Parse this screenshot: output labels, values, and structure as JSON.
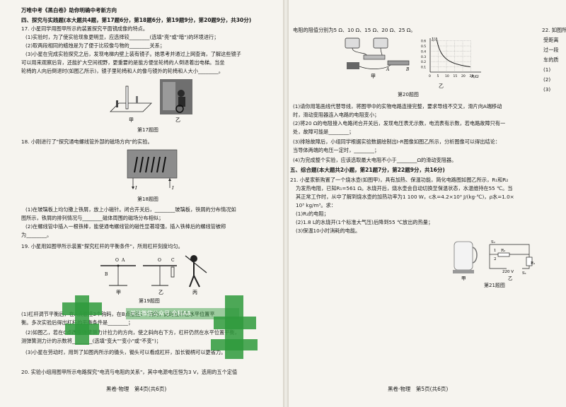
{
  "left_page": {
    "header": "万唯中考《黑白卷》助你明确中考新方向",
    "section4": "四、探究与实践题(本大题共4题，第17题6分，第18题6分，第19题9分，第20题9分，共30分)",
    "q17": [
      "17. 小星同学用图甲所示的装置探究平面镜成像的特点。",
      "(1)实验时，为了使实验现象更明显，应选择较________(选填\"亮\"或\"暗\")的环境进行；",
      "(2)取两段相同的蜡烛是为了便于比较像与物的________关系；",
      "(3)小星在完成实验探究之后，发现电梯内壁上装有镜子。她思考并通过上网查询，了解这些镜子",
      "可以用来观察后背，还能扩大空间视野，更重要的是能方便坐轮椅的人倒退着出电梯。当坐",
      "轮椅的人向后倒退时(如图乙所示)，镜子里轮椅和人的像与镜外的轮椅和人大小________。"
    ],
    "fig17_labels": [
      "甲",
      "乙"
    ],
    "fig17_caption": "第17题图",
    "q18_intro": "18. 小刚进行了\"探究通电螺线管外部的磁场方向\"的实验。",
    "fig18_labels": [
      "I",
      "I"
    ],
    "fig18_caption": "第18题图",
    "q18": [
      "(1)在玻璃板上均匀撒上铁屑，放上小磁针。闭合开关后，________玻璃板，铁屑的分布情况如",
      "图所示，铁屑的排列情况与________磁体周围的磁场分布相似；",
      "(2)在螺线管中插入一根铁棒，能使通电螺线管的磁性显著增强，插入铁棒后的螺线管被称",
      "为________。"
    ],
    "q19_intro": "19. 小星用如图甲所示装置\"探究杠杆的平衡条件\"，所用杠杆刻度均匀。",
    "fig19_labels": [
      "O",
      "A",
      "B",
      "O",
      "C",
      "甲",
      "乙",
      "丙"
    ],
    "fig19_caption": "第19题图",
    "q19": [
      "(1)杠杆调节平衡后，在A点悬挂3个钩码，在B点悬挂2个钩码，此时杠杆在水平位置平",
      "衡。多次实验后得出杠杆的平衡条件是________；",
      "(2)如图乙，若在C点改变弹簧测力计拉力的方向，使之斜向右下方，杠杆仍然在水平位置平衡，",
      "测弹簧测力计的示数将________(选填\"变大\"\"变小\"或\"不变\")；",
      "(3)小星在劳动时，用到了如图丙所示的锄头，锄头可以看成杠杆，加长锄柄可以更省力。"
    ],
    "overlay_text": "关注微信公众号·全科AA",
    "q20": "20. 实验小组用图甲所示电路探究\"电流与电阻的关系\"，其中电源电压恒为3 V，选用的五个定值",
    "footer": "黑卷·物理　第4页(共6页)"
  },
  "right_page": {
    "q20_cont": "电阻的阻值分别为5 Ω、10 Ω、15 Ω、20 Ω、25 Ω。",
    "graph": {
      "ylabel": "I/A",
      "xlabel": "R/Ω",
      "yticks": [
        "0.6",
        "0.5",
        "0.4",
        "0.3",
        "0.2",
        "0.1"
      ],
      "xticks": [
        "0",
        "5",
        "10",
        "15",
        "20",
        "25"
      ]
    },
    "fig20_labels": [
      "甲",
      "乙",
      "A",
      "B"
    ],
    "fig20_caption": "第20题图",
    "q20": [
      "(1)请你用笔画线代替导线，将图甲中的实物电路连接完整，要求导线不交叉，滑片向A端移动",
      "时，滑动变阻器连入电路的电阻变小；",
      "(2)将20 Ω的电阻接入电路闭合开关后，发现电压表无示数，电流表有示数，若电路故障只有一",
      "处，故障可能是________；",
      "(3)排除故障后，小组同学根据实验数据绘制出I-R图像如图乙所示，分析图像可以得出结论：",
      "当导体两端的电压一定时，________；",
      "(4)为完成整个实验，应该选取最大电阻不小于________Ω的滑动变阻器。"
    ],
    "section5": "五、综合题(本大题共2小题，第21题7分，第22题9分，共16分)",
    "q21": [
      "21. 小星家新购置了一个烧水壶(如图甲)，具有加热、保温功能，简化电路图如图乙所示，R₁和R₂",
      "为发热电阻，已知R₁=561 Ω。水烧开后，烧水壶会自动切换至保温状态，水温维持在55 ℃。当",
      "其正常工作时，从中了解到烧水壶的加热功率为1 100 W，c水=4.2×10³ J/(kg·℃)，ρ水=1.0×",
      "10³ kg/m³。求：",
      "(1)R₂的电阻；",
      "(2)1.8 L的水烧开(1个标准大气压)后降到55 ℃放出的热量；",
      "(3)保温10小时消耗的电能。"
    ],
    "fig21_labels": [
      "S₂",
      "1",
      "R₂",
      "2",
      "S₁",
      "R₁",
      "220 V",
      "甲",
      "乙"
    ],
    "fig21_caption": "第21题图",
    "q22_fragments": [
      "22. 如图所",
      "受距离",
      "过一段",
      "车的质",
      "(1)",
      "(2)",
      "(3)"
    ],
    "footer": "黑卷·物理　第5页(共6页)"
  }
}
